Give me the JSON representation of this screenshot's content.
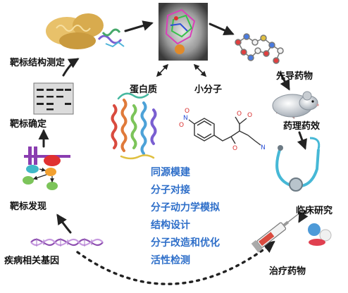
{
  "stages": {
    "target_structure": "靶标结构测定",
    "lead_drug": "先导药物",
    "pharmacodynamics": "药理药效",
    "clinical_research": "临床研究",
    "therapeutic_drug": "治疗药物",
    "disease_gene": "疾病相关基因",
    "target_discovery": "靶标发现",
    "target_confirmation": "靶标确定"
  },
  "center": {
    "protein_label": "蛋白质",
    "small_molecule_label": "小分子",
    "methods": [
      "同源模建",
      "分子对接",
      "分子动力学模拟",
      "结构设计",
      "分子改造和优化",
      "活性检测"
    ]
  },
  "molecule_atoms": [
    "N",
    "O",
    "O",
    "O",
    "O",
    "O",
    "N"
  ],
  "colors": {
    "methods_text": "#2f6fc9",
    "arrow": "#222222",
    "helix_red": "#d94b3f",
    "helix_blue": "#4da2d8",
    "helix_green": "#7cc45a",
    "gene_purple": "#8e4fb0"
  }
}
